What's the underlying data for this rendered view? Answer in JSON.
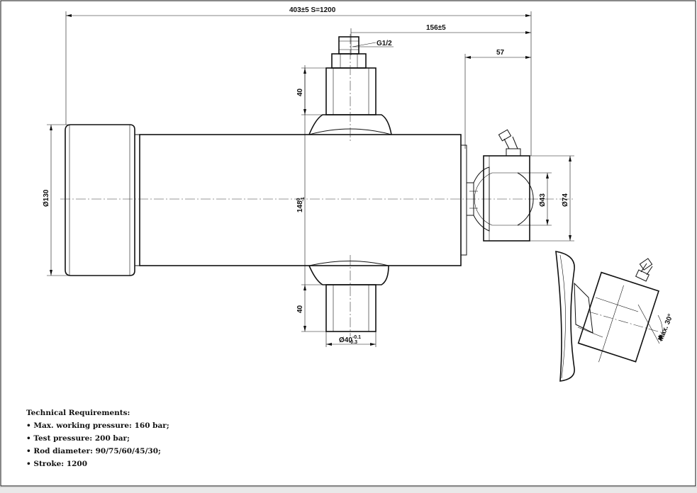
{
  "dimensions": {
    "overall_length": "403±5 S=1200",
    "port_offset": "156±5",
    "eye_offset": "57",
    "port_thread": "G1/2",
    "trunnion_top_height": "40",
    "trunnion_bottom_height": "40",
    "base_diameter": "Ø130",
    "body_diameter": "148",
    "body_tol_upper": "0",
    "body_tol_lower": "-1",
    "trunnion_diameter": "Ø40",
    "trunnion_tol_upper": "-0.1",
    "trunnion_tol_lower": "-0.3",
    "eye_bore": "Ø43",
    "eye_outer": "Ø74",
    "swivel_angle": "Max. 30°"
  },
  "notes": {
    "title": "Technical Requirements:",
    "items": [
      "• Max. working pressure: 160 bar;",
      "• Test pressure: 200 bar;",
      "• Rod diameter: 90/75/60/45/30;",
      "• Stroke: 1200"
    ]
  }
}
